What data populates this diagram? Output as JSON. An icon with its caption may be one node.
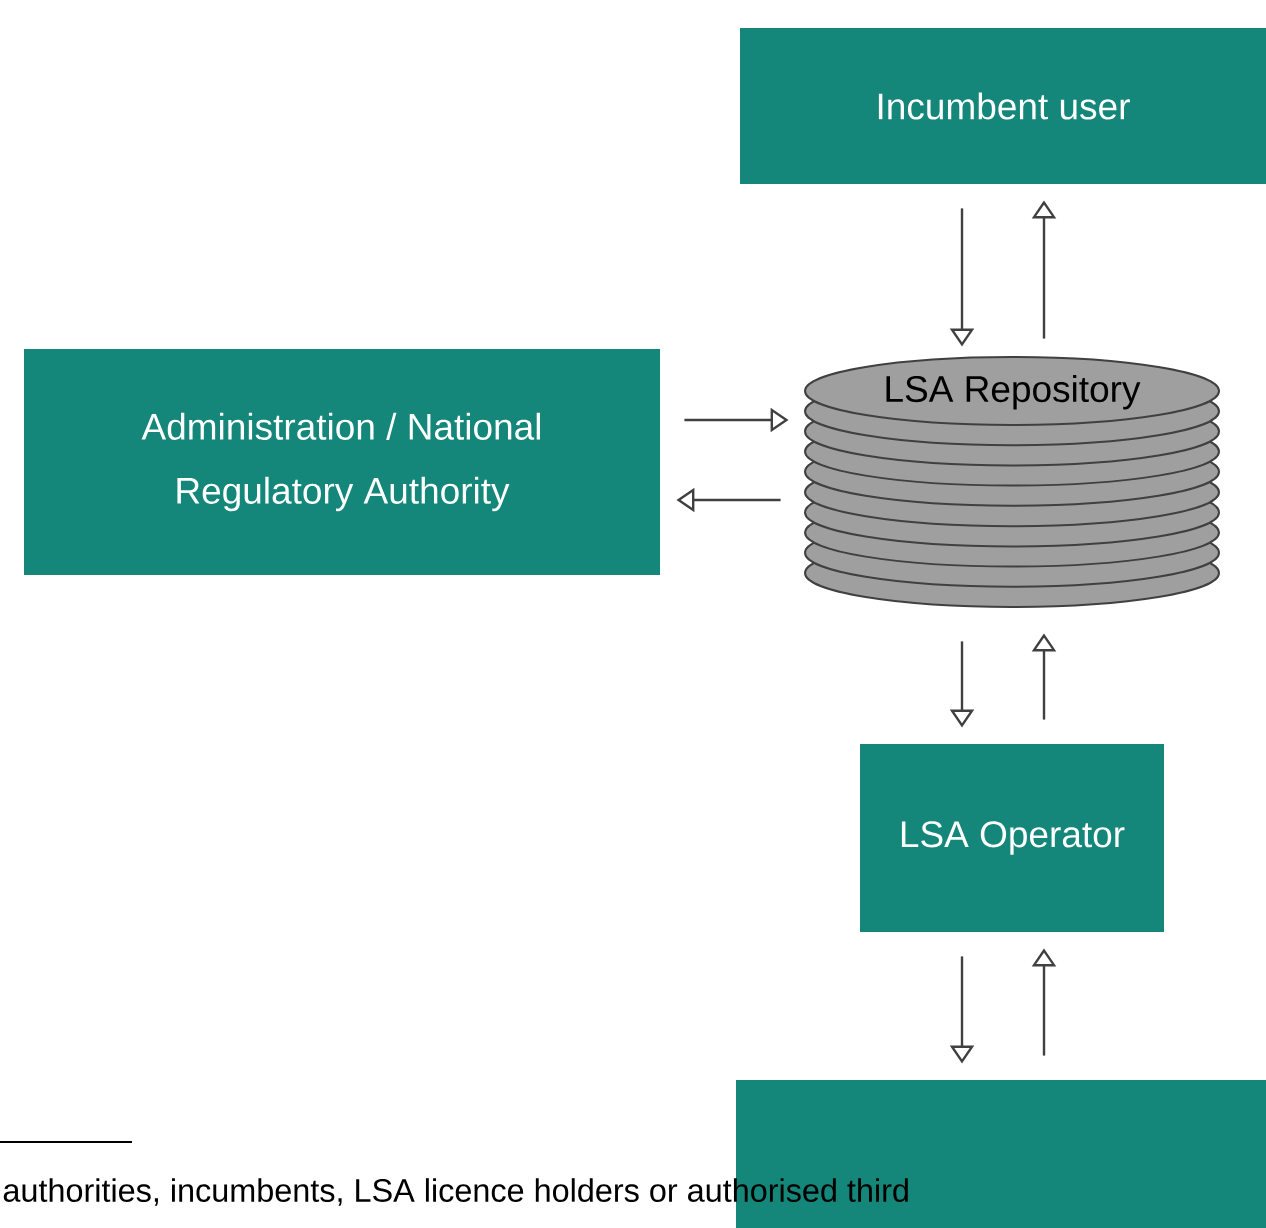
{
  "diagram": {
    "nodes": [
      {
        "text": [
          "Incumbent user"
        ]
      },
      {
        "text": [
          "Administration / National Regulatory Authority"
        ]
      },
      {
        "text": [
          "LSA Repository"
        ]
      },
      {
        "text": [
          "LSA Operator"
        ]
      },
      {
        "text": [],
        "shape": "box"
      }
    ],
    "edges": [
      {
        "from": 0,
        "to": 2,
        "arrow": "to"
      },
      {
        "from": 2,
        "to": 0,
        "arrow": "to"
      },
      {
        "from": 1,
        "to": 2,
        "arrow": "to"
      },
      {
        "from": 2,
        "to": 1,
        "arrow": "to"
      },
      {
        "from": 2,
        "to": 3,
        "arrow": "to"
      },
      {
        "from": 3,
        "to": 2,
        "arrow": "to"
      },
      {
        "from": 3,
        "to": 4,
        "arrow": "to"
      },
      {
        "from": 4,
        "to": 3,
        "arrow": "to"
      }
    ],
    "labels": [
      "authorities, incumbents, LSA licence holders or authorised third"
    ]
  }
}
